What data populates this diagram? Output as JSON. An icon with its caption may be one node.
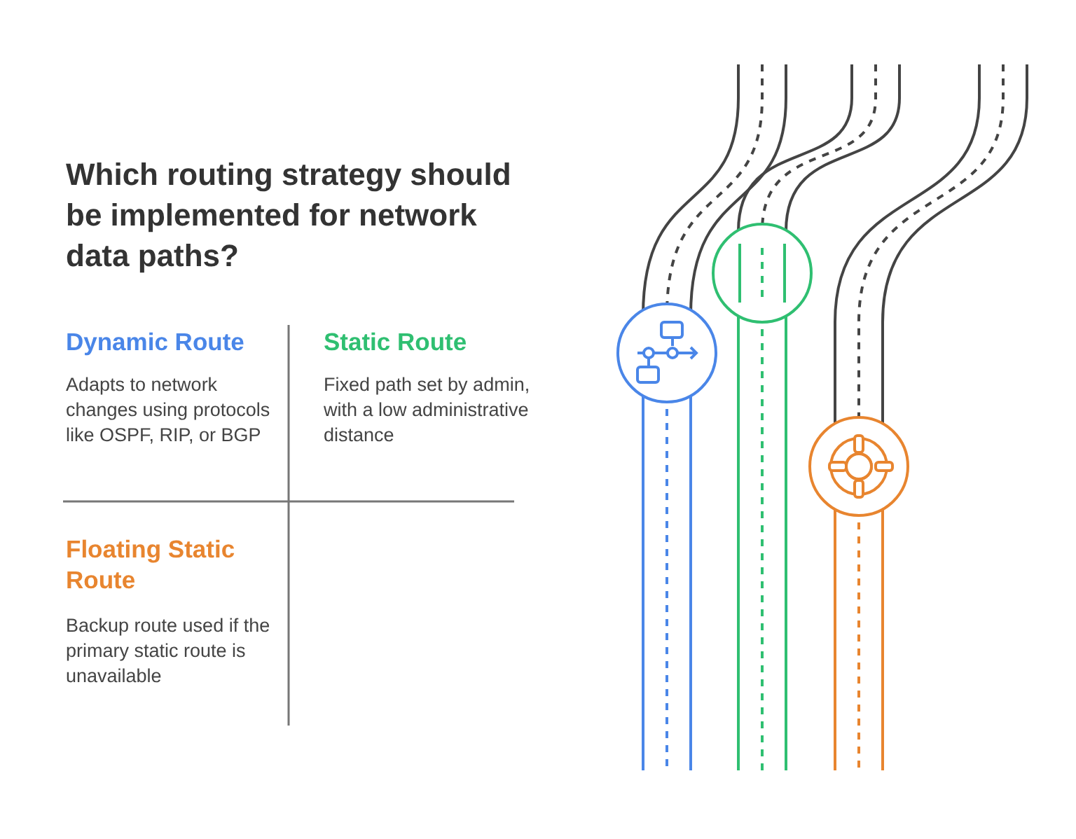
{
  "diagram": {
    "title": "Which routing strategy should be implemented for network data paths?",
    "labels": [
      "Dynamic Route",
      "Adapts to network changes using protocols like OSPF, RIP, or BGP",
      "Static Route",
      "Fixed path set by admin, with a low administrative distance",
      "Floating Static Route",
      "Backup route used if the primary static route is unavailable"
    ]
  }
}
